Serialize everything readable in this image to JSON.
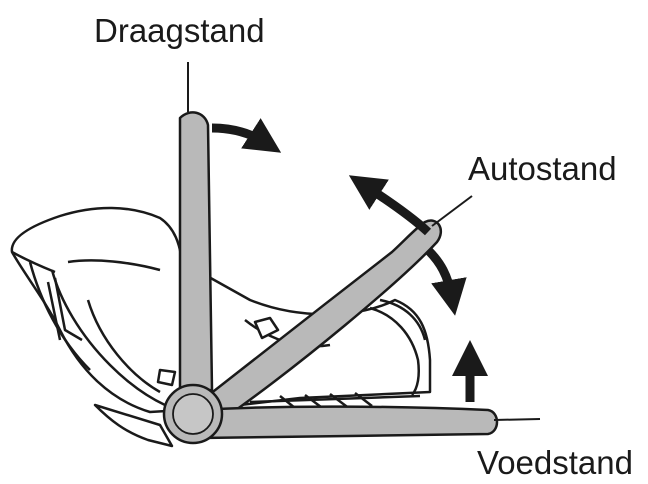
{
  "labels": {
    "carry": "Draagstand",
    "car": "Autostand",
    "feed": "Voedstand"
  },
  "colors": {
    "handle_fill": "#b9b9b9",
    "outline": "#1a1a1a",
    "background": "#ffffff"
  }
}
